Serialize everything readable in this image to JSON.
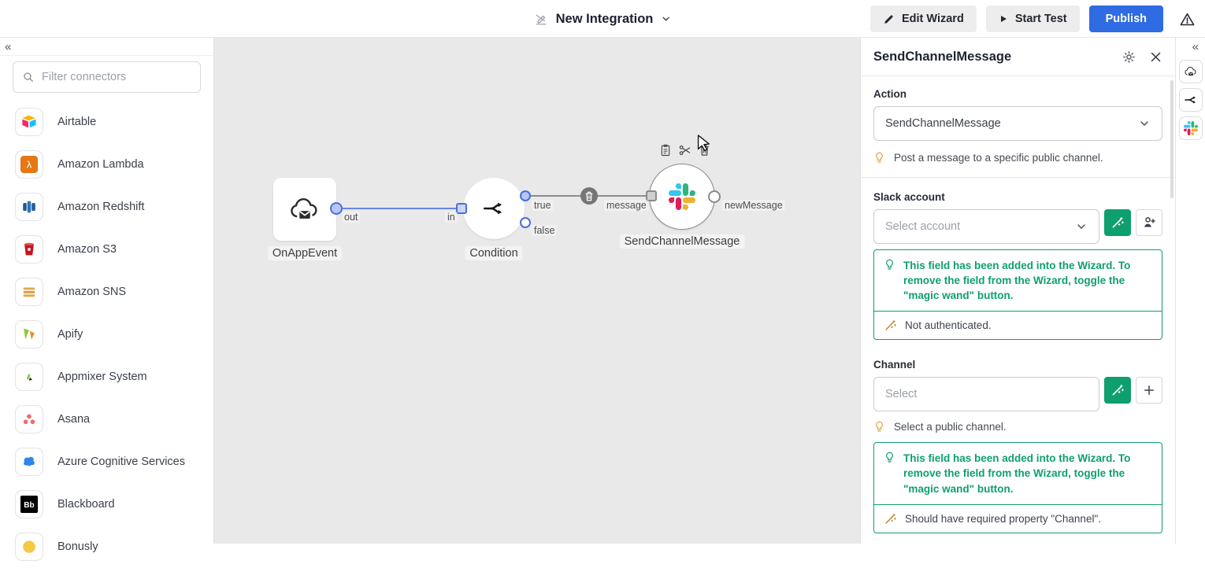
{
  "topbar": {
    "title": "New Integration",
    "edit_wizard_label": "Edit Wizard",
    "start_test_label": "Start Test",
    "publish_label": "Publish"
  },
  "sidebar": {
    "collapse_glyph": "«",
    "filter_placeholder": "Filter connectors",
    "connectors": [
      {
        "label": "Airtable",
        "icon": "airtable-icon"
      },
      {
        "label": "Amazon Lambda",
        "icon": "amazon-lambda-icon"
      },
      {
        "label": "Amazon Redshift",
        "icon": "amazon-redshift-icon"
      },
      {
        "label": "Amazon S3",
        "icon": "amazon-s3-icon"
      },
      {
        "label": "Amazon SNS",
        "icon": "amazon-sns-icon"
      },
      {
        "label": "Apify",
        "icon": "apify-icon"
      },
      {
        "label": "Appmixer System",
        "icon": "appmixer-system-icon"
      },
      {
        "label": "Asana",
        "icon": "asana-icon"
      },
      {
        "label": "Azure Cognitive Services",
        "icon": "azure-cognitive-services-icon"
      },
      {
        "label": "Blackboard",
        "icon": "blackboard-icon"
      },
      {
        "label": "Bonusly",
        "icon": "bonusly-icon"
      }
    ]
  },
  "canvas": {
    "nodes": {
      "onappevent": {
        "label": "OnAppEvent",
        "port_out": "out"
      },
      "condition": {
        "label": "Condition",
        "port_in": "in",
        "port_true": "true",
        "port_false": "false"
      },
      "sendchannelmessage": {
        "label": "SendChannelMessage",
        "port_in": "message",
        "port_out": "newMessage"
      }
    }
  },
  "inspector": {
    "title": "SendChannelMessage",
    "action_label": "Action",
    "action_value": "SendChannelMessage",
    "action_hint": "Post a message to a specific public channel.",
    "slack_account_label": "Slack account",
    "slack_account_placeholder": "Select account",
    "wizard_note": "This field has been added into the Wizard. To remove the field from the Wizard, toggle the \"magic wand\" button.",
    "slack_account_error": "Not authenticated.",
    "channel_label": "Channel",
    "channel_placeholder": "Select",
    "channel_hint": "Select a public channel.",
    "channel_error": "Should have required property \"Channel\"."
  },
  "rail": {
    "collapse_glyph": "«",
    "items": [
      "onappevent-cloud-icon",
      "condition-branch-icon",
      "slack-icon"
    ]
  },
  "colors": {
    "accent_blue": "#2f6be2",
    "wizard_green": "#0e9f6e",
    "port_blue": "#4a6ede",
    "canvas_gray": "#e9e9e9"
  }
}
